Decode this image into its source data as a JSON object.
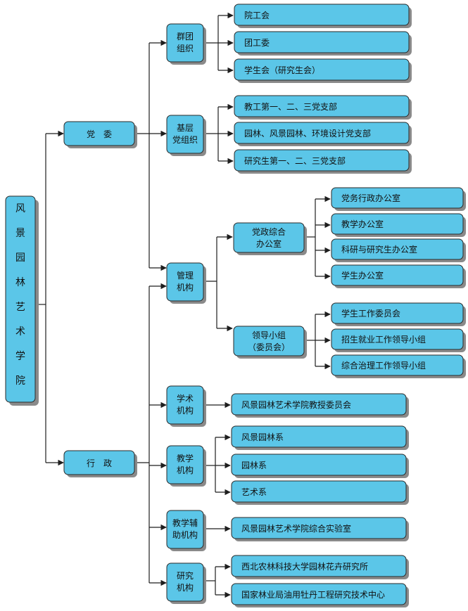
{
  "root": {
    "chars": [
      "风",
      "景",
      "园",
      "林",
      "艺",
      "术",
      "学",
      "院"
    ]
  },
  "level1": {
    "party": "党　委",
    "admin": "行　政"
  },
  "level2": {
    "mass": [
      "群团",
      "组织"
    ],
    "base": [
      "基层",
      "党组织"
    ],
    "mgmt": [
      "管理",
      "机构"
    ],
    "acad": [
      "学术",
      "机构"
    ],
    "teach": [
      "教学",
      "机构"
    ],
    "aux": [
      "教学辅",
      "助机构"
    ],
    "research": [
      "研究",
      "机构"
    ]
  },
  "mass_items": [
    "院工会",
    "团工委",
    "学生会（研究生会）"
  ],
  "base_items": [
    "教工第一、二、三党支部",
    "园林、风景园林、环境设计党支部",
    "研究生第一、二、三党支部"
  ],
  "mgmt_sub": {
    "office": [
      "党政综合",
      "办公室"
    ],
    "leading": [
      "领导小组",
      "（委员会）"
    ]
  },
  "office_items": [
    "党务行政办公室",
    "教学办公室",
    "科研与研究生办公室",
    "学生办公室"
  ],
  "leading_items": [
    "学生工作委员会",
    "招生就业工作领导小组",
    "综合治理工作领导小组"
  ],
  "acad_items": [
    "风景园林艺术学院教授委员会"
  ],
  "teach_items": [
    "风景园林系",
    "园林系",
    "艺术系"
  ],
  "aux_items": [
    "风景园林艺术学院综合实验室"
  ],
  "research_items": [
    "西北农林科技大学园林花卉研究所",
    "国家林业局油用牡丹工程研究技术中心"
  ],
  "colors": {
    "box_fill": "#5bc6e8",
    "line": "#1e1e1e",
    "shadow": "#8a8a8a"
  }
}
